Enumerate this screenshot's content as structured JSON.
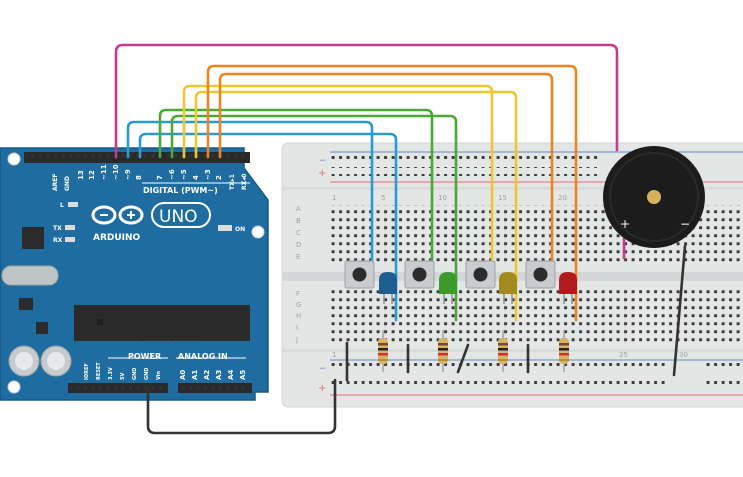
{
  "arduino": {
    "brand": "ARDUINO",
    "model": "UNO",
    "digital_label": "DIGITAL (PWM~)",
    "power_label": "POWER",
    "analog_label": "ANALOG IN",
    "on_label": "ON",
    "l_label": "L",
    "tx_label": "TX",
    "rx_label": "RX",
    "digital_pins": [
      "AREF",
      "GND",
      "13",
      "12",
      "~11",
      "~10",
      "~9",
      "8",
      "7",
      "~6",
      "~5",
      "4",
      "~3",
      "2",
      "TX▸1",
      "RX◂0"
    ],
    "power_pins": [
      "IOREF",
      "RESET",
      "3.3V",
      "5V",
      "GND",
      "GND",
      "Vin"
    ],
    "analog_pins": [
      "A0",
      "A1",
      "A2",
      "A3",
      "A4",
      "A5"
    ]
  },
  "breadboard": {
    "row_labels": [
      "A",
      "B",
      "C",
      "D",
      "E",
      "F",
      "G",
      "H",
      "I",
      "J"
    ],
    "column_numbers_top": [
      "1",
      "5",
      "10",
      "15",
      "20"
    ],
    "column_numbers_bottom": [
      "1",
      "25",
      "30"
    ],
    "plus": "+",
    "minus": "−"
  },
  "buzzer": {
    "plus": "+",
    "minus": "−"
  },
  "colors": {
    "arduino_blue": "#1f6da0",
    "wire_magenta": "#c43a8e",
    "wire_orange": "#e8851e",
    "wire_yellow": "#ecc82a",
    "wire_green": "#4aa836",
    "wire_blue": "#2b9ad0",
    "wire_black": "#333333",
    "led_blue": "#1f5f8f",
    "led_green": "#3c9a2a",
    "led_yellow": "#a08b1c",
    "led_red": "#b11b1b"
  }
}
